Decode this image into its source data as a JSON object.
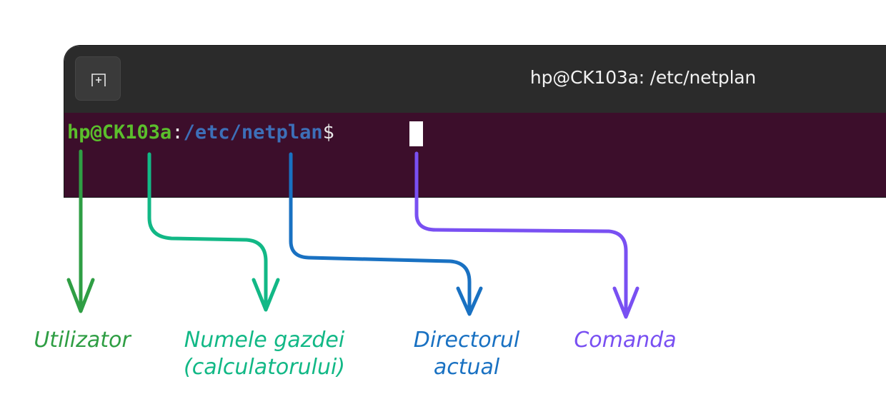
{
  "terminal": {
    "window_title": "hp@CK103a: /etc/netplan",
    "new_tab_icon": "new-tab-icon",
    "background_color": "#3c0e2b",
    "titlebar_color": "#2b2b2b",
    "prompt": {
      "user_host": "hp@CK103a",
      "colon": ":",
      "directory": "/etc/netplan",
      "dollar": "$"
    }
  },
  "annotations": {
    "user": {
      "label": "Utilizator",
      "color": "#2f9e44"
    },
    "host": {
      "label_line1": "Numele gazdei",
      "label_line2": "(calculatorului)",
      "color": "#12b886"
    },
    "directory": {
      "label_line1": "Directorul",
      "label_line2": "actual",
      "color": "#1971c2"
    },
    "command": {
      "label": "Comanda",
      "color": "#7950f2"
    }
  }
}
